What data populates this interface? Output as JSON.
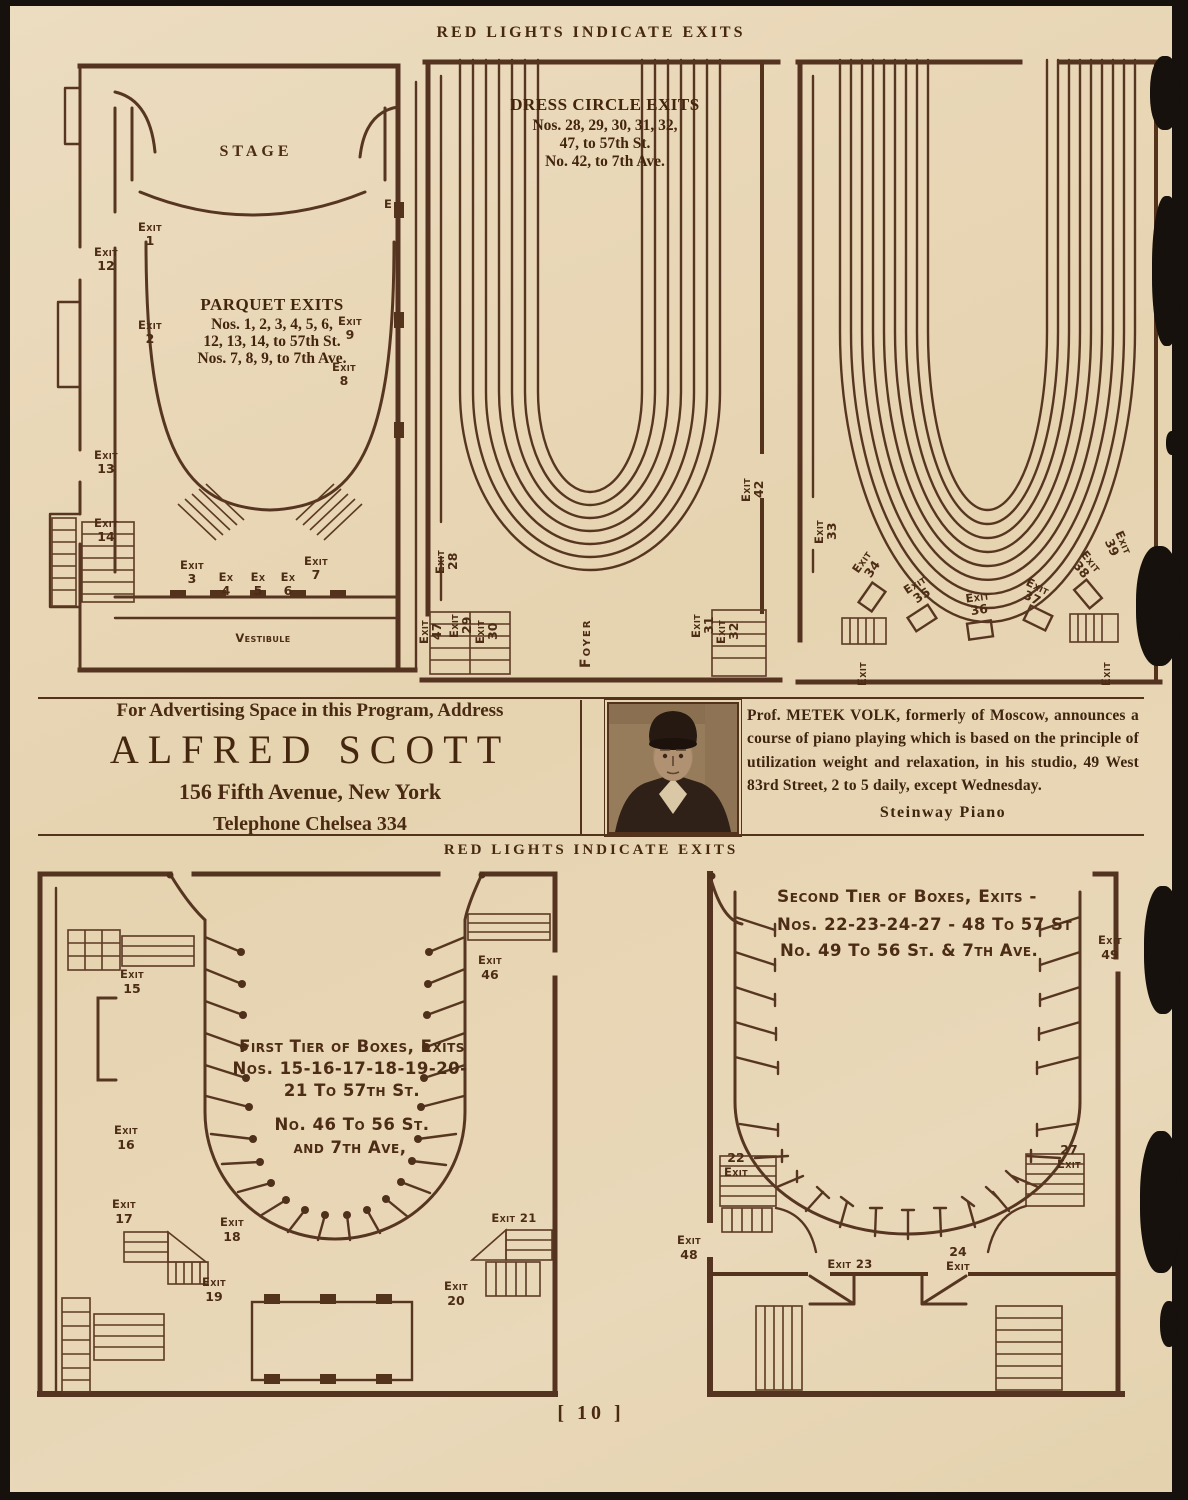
{
  "colors": {
    "paper": "#e8d8b8",
    "ink": "#54331d",
    "photo_bg": "#9b8263"
  },
  "banners": {
    "top": "RED LIGHTS INDICATE EXITS",
    "middle": "RED LIGHTS INDICATE EXITS",
    "page_number": "[ 10 ]"
  },
  "plans": {
    "parquet": {
      "stage": "Stage",
      "vestibule": "Vestibule",
      "door": "E",
      "note": {
        "title": "PARQUET EXITS",
        "l1": "Nos. 1, 2, 3, 4, 5, 6,",
        "l2": "12, 13, 14, to 57th St.",
        "l3": "Nos. 7, 8, 9, to 7th Ave."
      },
      "exits": {
        "e1": {
          "w": "Exit",
          "n": "1"
        },
        "e2": {
          "w": "Exit",
          "n": "2"
        },
        "e3": {
          "w": "Exit",
          "n": "3"
        },
        "e4": {
          "w": "Ex",
          "n": "4"
        },
        "e5": {
          "w": "Ex",
          "n": "5"
        },
        "e6": {
          "w": "Ex",
          "n": "6"
        },
        "e7": {
          "w": "Exit",
          "n": "7"
        },
        "e8": {
          "w": "Exit",
          "n": "8"
        },
        "e9": {
          "w": "Exit",
          "n": "9"
        },
        "e12": {
          "w": "Exit",
          "n": "12"
        },
        "e13": {
          "w": "Exit",
          "n": "13"
        },
        "e14": {
          "w": "Exit",
          "n": "14"
        }
      }
    },
    "dress": {
      "note": {
        "title": "DRESS CIRCLE EXITS",
        "l1": "Nos. 28, 29, 30, 31, 32,",
        "l2": "47, to 57th St.",
        "l3": "No. 42, to 7th Ave."
      },
      "foyer": "Foyer",
      "exits": {
        "e28": {
          "w": "Exit",
          "n": "28"
        },
        "e29": {
          "w": "Exit",
          "n": "29"
        },
        "e30": {
          "w": "Exit",
          "n": "30"
        },
        "e31": {
          "w": "Exit",
          "n": "31"
        },
        "e32": {
          "w": "Exit",
          "n": "32"
        },
        "e42": {
          "w": "Exit",
          "n": "42"
        },
        "e47": {
          "w": "Exit",
          "n": "47"
        }
      }
    },
    "balcony": {
      "exits": {
        "e33": {
          "w": "Exit",
          "n": "33"
        },
        "e34": {
          "w": "Exit",
          "n": "34"
        },
        "e35": {
          "w": "Exit",
          "n": "35"
        },
        "e36": {
          "w": "Exit",
          "n": "36"
        },
        "e37": {
          "w": "Exit",
          "n": "37"
        },
        "e38": {
          "w": "Exit",
          "n": "38"
        },
        "e39": {
          "w": "Exit",
          "n": "39"
        },
        "corner_left": "Exit",
        "corner_right": "Exit"
      }
    },
    "tier1": {
      "note": {
        "l1": "First Tier of Boxes, Exits",
        "l2": "Nos. 15-16-17-18-19-20-",
        "l3": "21 To 57th St.",
        "l4": "No. 46 To 56 St.",
        "l5": "and 7th Ave,"
      },
      "exits": {
        "e15": {
          "w": "Exit",
          "n": "15"
        },
        "e16": {
          "w": "Exit",
          "n": "16"
        },
        "e17": {
          "w": "Exit",
          "n": "17"
        },
        "e18": {
          "w": "Exit",
          "n": "18"
        },
        "e19": {
          "w": "Exit",
          "n": "19"
        },
        "e20": {
          "w": "Exit",
          "n": "20"
        },
        "e21": {
          "t": "Exit 21"
        },
        "e46": {
          "w": "Exit",
          "n": "46"
        }
      }
    },
    "tier2": {
      "note": {
        "l1": "Second Tier of Boxes, Exits -",
        "l2": "Nos. 22-23-24-27 - 48 To 57 St",
        "l3": "No. 49 To 56 St. & 7th Ave."
      },
      "exits": {
        "e22": {
          "n": "22",
          "w": "Exit"
        },
        "e23": {
          "t": "Exit 23"
        },
        "e24": {
          "n": "24",
          "w": "Exit"
        },
        "e27": {
          "n": "27",
          "w": "Exit"
        },
        "e48": {
          "w": "Exit",
          "n": "48"
        },
        "e49": {
          "w": "Exit",
          "n": "49"
        }
      }
    }
  },
  "ad": {
    "line1": "For Advertising Space in this Program, Address",
    "name": "ALFRED SCOTT",
    "address": "156 Fifth Avenue, New York",
    "phone": "Telephone Chelsea 334"
  },
  "volk": {
    "seg1": "Prof. ",
    "seg2": "METEK VOLK,",
    "seg3": " formerly of Moscow, announces a course of piano playing which is based on the principle of utilization weight and relaxation, in his studio, ",
    "seg4": "49 West 83rd Street,",
    "seg5": " 2 to 5 daily, except Wednesday.",
    "footer": "Steinway Piano"
  }
}
